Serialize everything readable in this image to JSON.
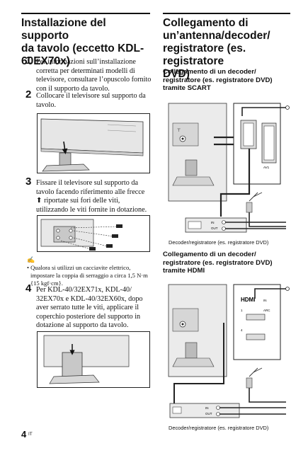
{
  "left": {
    "title_lines": [
      "Installazione del supporto",
      "da tavolo (eccetto KDL-",
      "60EX70x)"
    ],
    "step1_num": "1",
    "step1_lines": [
      "Per informazioni sull’installazione",
      "corretta per determinati modelli di",
      "televisore, consultare l’opuscolo fornito",
      "con il supporto da tavolo."
    ],
    "step2_num": "2",
    "step2_lines": [
      "Collocare il televisore sul supporto da",
      "tavolo."
    ],
    "step3_num": "3",
    "step3_lines": [
      "Fissare il televisore sul supporto da",
      "tavolo facendo riferimento alle frecce",
      "riportate sui fori delle viti,",
      "utilizzando le viti fornite in dotazione."
    ],
    "note_icon": "✍",
    "note_lines": [
      "• Qualora si utilizzi un cacciavite elettrico,",
      "impostare la coppia di serraggio a circa 1,5 N·m",
      "{15 kgf·cm}."
    ],
    "step4_num": "4",
    "step4_lines": [
      "Per KDL-40/32EX71x, KDL-40/",
      "32EX70x e KDL-40/32EX60x, dopo",
      "aver serrato tutte le viti, applicare il",
      "coperchio posteriore del supporto in",
      "dotazione al supporto da tavolo."
    ]
  },
  "right": {
    "title_lines": [
      "Collegamento di",
      "un’antenna/decoder/",
      "registratore (es. registratore",
      "DVD)"
    ],
    "scart_sub_lines": [
      "Collegamento di un decoder/",
      "registratore (es. registratore DVD)",
      "tramite SCART"
    ],
    "scart_caption": "Decoder/registratore (es. registratore DVD)",
    "hdmi_sub_lines": [
      "Collegamento di un decoder/",
      "registratore (es. registratore DVD)",
      "tramite HDMI"
    ],
    "hdmi_caption": "Decoder/registratore (es. registratore DVD)",
    "fig_labels": {
      "av1": "AV1",
      "hdmi_logo": "HDMI",
      "hdmi_in": "IN",
      "hdmi_arc": "ARC",
      "port_in": "IN",
      "port_out": "OUT",
      "port_1": "1",
      "port_4": "4"
    }
  },
  "footer": {
    "page_number": "4",
    "language": "IT"
  }
}
